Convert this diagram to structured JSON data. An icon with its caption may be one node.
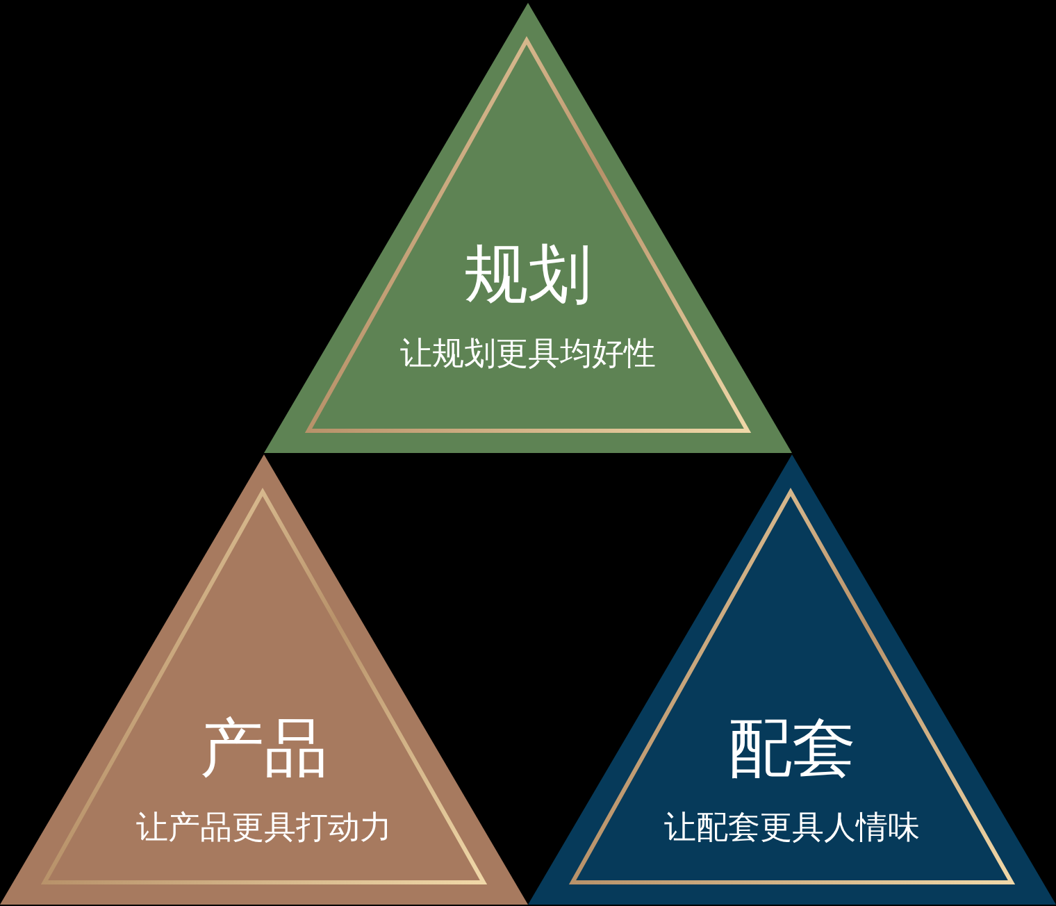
{
  "diagram": {
    "nodes": [
      {
        "text": [
          "规划",
          "让规划更具均好性"
        ]
      },
      {
        "text": [
          "产品",
          "让产品更具打动力"
        ]
      },
      {
        "text": [
          "配套",
          "让配套更具人情味"
        ]
      }
    ]
  }
}
